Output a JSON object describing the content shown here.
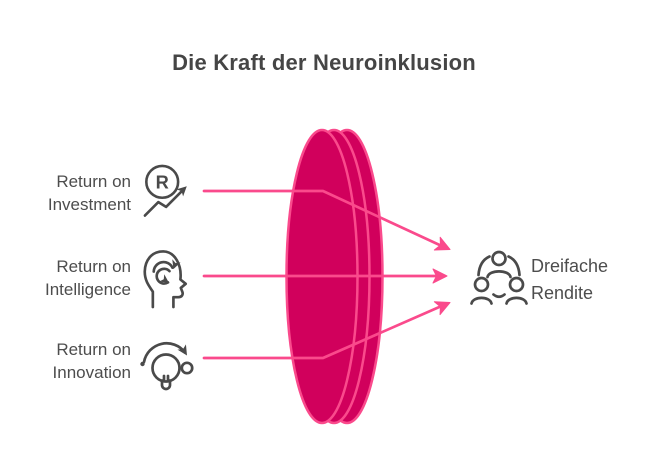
{
  "title": "Die Kraft der Neuroinklusion",
  "colors": {
    "background": "#ffffff",
    "lens_fill": "#d1005c",
    "accent_pink": "#fa4a8c",
    "icon_gray": "#4a4a4a",
    "text_gray": "#4d4d4d",
    "title_gray": "#454545"
  },
  "left_items": [
    {
      "line1": "Return on",
      "line2": "Investment",
      "icon": "investment-growth-icon",
      "icon_letter": "R"
    },
    {
      "line1": "Return on",
      "line2": "Intelligence",
      "icon": "head-process-icon"
    },
    {
      "line1": "Return on",
      "line2": "Innovation",
      "icon": "lightbulb-idea-icon"
    }
  ],
  "result": {
    "line1": "Dreifache",
    "line2": "Rendite",
    "icon": "team-network-icon"
  }
}
